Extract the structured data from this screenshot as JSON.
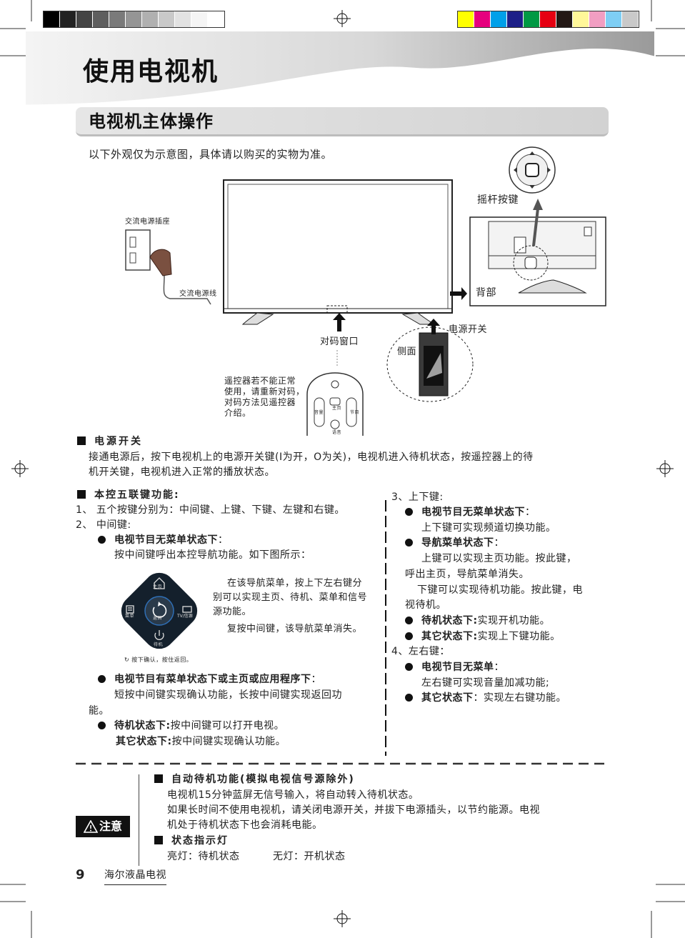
{
  "print_marks": {
    "gray_swatches": [
      "#000000",
      "#222222",
      "#444444",
      "#5e5e5e",
      "#7a7a7a",
      "#959595",
      "#b0b0b0",
      "#c9c9c9",
      "#e2e2e2",
      "#f5f5f5",
      "#ffffff"
    ],
    "color_swatches": [
      "#ffff00",
      "#e6007e",
      "#00a0e9",
      "#1d2088",
      "#009944",
      "#e60012",
      "#231815",
      "#fff799",
      "#f19ec2",
      "#7ecef4",
      "#c9c9c9"
    ]
  },
  "header": {
    "title": "使用电视机",
    "section_title": "电视机主体操作"
  },
  "intro": "以下外观仅为示意图，具体请以购买的实物为准。",
  "diagram": {
    "joystick_label": "摇杆按键",
    "back_label": "背部",
    "socket_label": "交流电源插座",
    "cord_label": "交流电源线",
    "pair_window_label": "对码窗口",
    "power_switch_label": "电源开关",
    "side_label": "侧面",
    "remote_note": [
      "遥控器若不能正常",
      "使用，请重新对码，",
      "对码方法见遥控器",
      "介绍。"
    ],
    "remote_keys": {
      "vol": "音量",
      "ch": "节目",
      "home": "主页",
      "voice": "语音"
    }
  },
  "power": {
    "heading": "电源开关",
    "lines": [
      "接通电源后，按下电视机上的电源开关键(I为开，O为关)，电视机进入待机状态，按遥控器上的待",
      "机开关键，电视机进入正常的播放状态。"
    ]
  },
  "left_col": {
    "heading": "本控五联键功能:",
    "item1": "1、 五个按键分别为：中间键、上键、下键、左键和右键。",
    "item2": "2、 中间键:",
    "b1_title": "电视节目无菜单状态下",
    "b1_colon": "：",
    "b1_text": "按中间键呼出本控导航功能。如下图所示：",
    "nav_desc": [
      "在该导航菜单，按上下左右键分",
      "别可以实现主页、待机、菜单和信号",
      "源功能。"
    ],
    "nav_desc2": "复按中间键，该导航菜单消失。",
    "nav_labels": {
      "home": "主页",
      "menu": "菜单",
      "back": "返回",
      "tv": "TV/信源",
      "standby": "待机"
    },
    "nav_hint": "按下确认，按住返回。",
    "b2_title": "电视节目有菜单状态下或主页或应用程序下",
    "b2_colon": "：",
    "b2_text1": "短按中间键实现确认功能，长按中间键实现返回功",
    "b2_text2": "能。",
    "b3_title": "待机状态下:",
    "b3_text": "按中间键可以打开电视。",
    "b4_title": "其它状态下:",
    "b4_text": "按中间键实现确认功能。"
  },
  "right_col": {
    "item3": "3、上下键:",
    "c1_title": "电视节目无菜单状态下",
    "c1_colon": "：",
    "c1_text": "上下键可实现频道切换功能。",
    "c2_title": "导航菜单状态下",
    "c2_colon": "：",
    "c2_text1": "上键可以实现主页功能。按此键，",
    "c2_text2": "呼出主页，导航菜单消失。",
    "c2_text3": "下键可以实现待机功能。按此键，电",
    "c2_text4": "视待机。",
    "c3_title": "待机状态下:",
    "c3_text": "实现开机功能。",
    "c4_title": "其它状态下:",
    "c4_text": "实现上下键功能。",
    "item4": "4、左右键：",
    "c5_title": "电视节目无菜单",
    "c5_colon": "：",
    "c5_text": "左右键可实现音量加减功能;",
    "c6_title": "其它状态下",
    "c6_text": "：实现左右键功能。"
  },
  "note": {
    "badge": "注意",
    "h1": "自动待机功能(模拟电视信号源除外)",
    "l1": "电视机15分钟蓝屏无信号输入，将自动转入待机状态。",
    "l2": "如果长时间不使用电视机，请关闭电源开关，并拔下电源插头，以节约能源。电视",
    "l3": "机处于待机状态下也会消耗电能。",
    "h2": "状态指示灯",
    "l4a": "亮灯：待机状态",
    "l4b": "无灯：开机状态"
  },
  "footer": {
    "page_number": "9",
    "brand": "海尔液晶电视"
  }
}
